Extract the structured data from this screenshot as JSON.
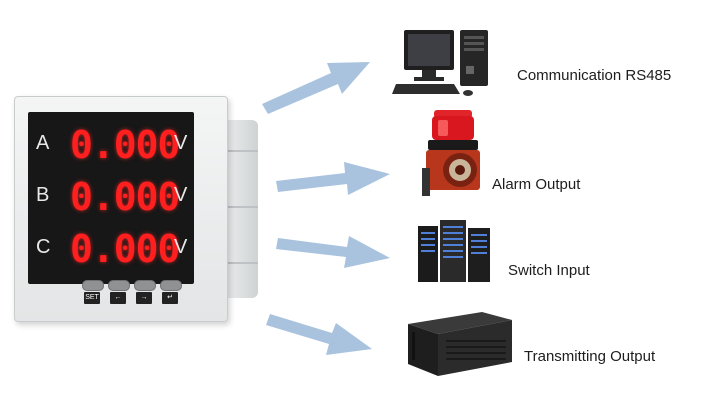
{
  "meter": {
    "rows": [
      {
        "phase": "A",
        "value": "0.000",
        "unit": "V"
      },
      {
        "phase": "B",
        "value": "0.000",
        "unit": "V"
      },
      {
        "phase": "C",
        "value": "0.000",
        "unit": "V"
      }
    ],
    "keys": [
      "SET",
      "←",
      "→",
      "↵"
    ]
  },
  "outputs": [
    {
      "label": "Communication RS485",
      "icon": "computer-icon"
    },
    {
      "label": "Alarm Output",
      "icon": "alarm-siren-icon"
    },
    {
      "label": "Switch Input",
      "icon": "server-rack-icon"
    },
    {
      "label": "Transmitting Output",
      "icon": "industrial-chassis-icon"
    }
  ],
  "colors": {
    "arrow": "#a9c3df",
    "display_digits": "#ff1f1f",
    "display_bg": "#171717"
  }
}
